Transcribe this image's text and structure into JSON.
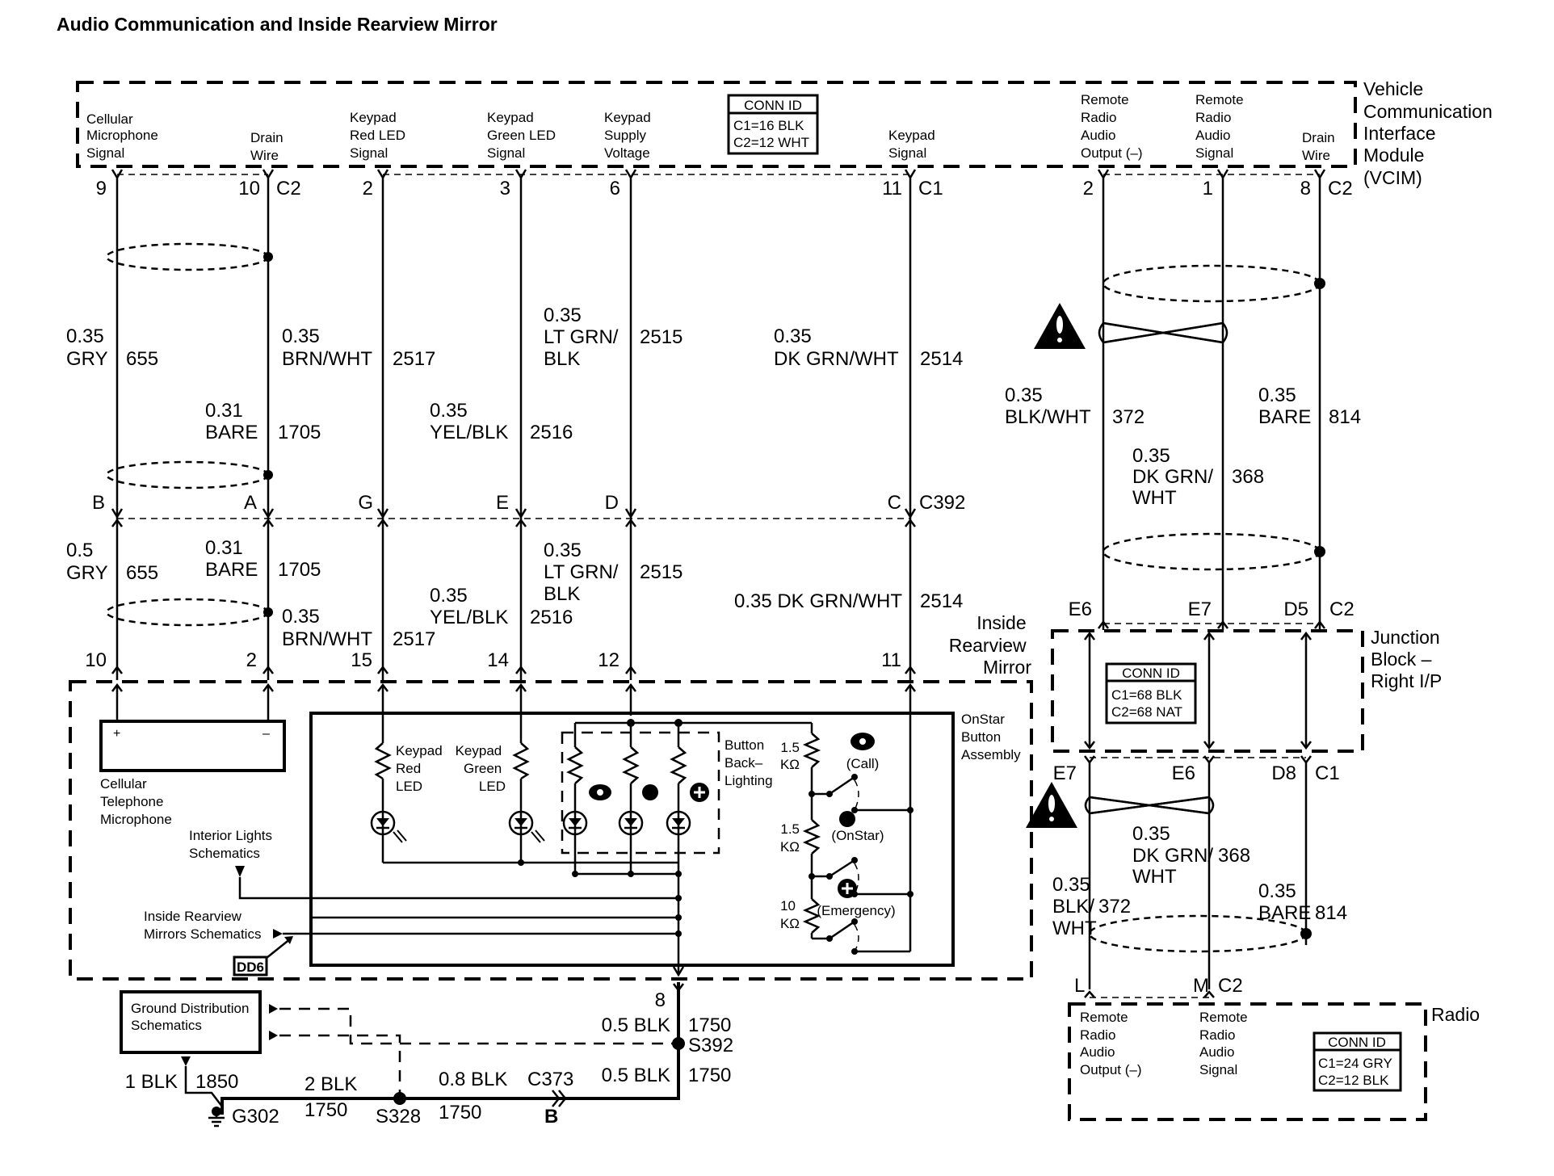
{
  "title": "Audio Communication and Inside Rearview Mirror",
  "vcim": {
    "name_lines": [
      "Vehicle",
      "Communication",
      "Interface",
      "Module",
      "(VCIM)"
    ],
    "conn_id": {
      "header": "CONN ID",
      "lines": [
        "C1=16 BLK",
        "C2=12 WHT"
      ]
    },
    "terminals": [
      {
        "label": [
          "Cellular",
          "Microphone",
          "Signal"
        ],
        "pin": "9",
        "connector": ""
      },
      {
        "label": [
          "Drain",
          "Wire"
        ],
        "pin": "10",
        "connector": "C2"
      },
      {
        "label": [
          "Keypad",
          "Red LED",
          "Signal"
        ],
        "pin": "2",
        "connector": ""
      },
      {
        "label": [
          "Keypad",
          "Green LED",
          "Signal"
        ],
        "pin": "3",
        "connector": ""
      },
      {
        "label": [
          "Keypad",
          "Supply",
          "Voltage"
        ],
        "pin": "6",
        "connector": ""
      },
      {
        "label": [
          "Keypad",
          "Signal"
        ],
        "pin": "11",
        "connector": "C1"
      },
      {
        "label": [
          "Remote",
          "Radio",
          "Audio",
          "Output (–)"
        ],
        "pin": "2",
        "connector": ""
      },
      {
        "label": [
          "Remote",
          "Radio",
          "Audio",
          "Signal"
        ],
        "pin": "1",
        "connector": ""
      },
      {
        "label": [
          "Drain",
          "Wire"
        ],
        "pin": "8",
        "connector": "C2"
      }
    ]
  },
  "upper_wires": [
    {
      "gauge": "0.35",
      "color": "GRY",
      "circuit": "655"
    },
    {
      "gauge": "0.31",
      "color": "BARE",
      "circuit": "1705"
    },
    {
      "gauge": "0.35",
      "color": "BRN/WHT",
      "circuit": "2517"
    },
    {
      "gauge": "0.35",
      "color": "YEL/BLK",
      "circuit": "2516"
    },
    {
      "gauge": "0.35",
      "color": "LT GRN/ BLK",
      "circuit": "2515"
    },
    {
      "gauge": "0.35",
      "color": "DK GRN/WHT",
      "circuit": "2514"
    }
  ],
  "c392": {
    "name": "C392",
    "pins": [
      "B",
      "A",
      "G",
      "E",
      "D",
      "C"
    ]
  },
  "lower_wires": [
    {
      "gauge": "0.5",
      "color": "GRY",
      "circuit": "655"
    },
    {
      "gauge": "0.31",
      "color": "BARE",
      "circuit": "1705"
    },
    {
      "gauge": "0.35",
      "color": "BRN/WHT",
      "circuit": "2517"
    },
    {
      "gauge": "0.35",
      "color": "YEL/BLK",
      "circuit": "2516"
    },
    {
      "gauge": "0.35",
      "color": "LT GRN/ BLK",
      "circuit": "2515"
    },
    {
      "gauge": "0.35 DK GRN/WHT",
      "color": "",
      "circuit": "2514"
    }
  ],
  "mirror": {
    "name_lines": [
      "Inside",
      "Rearview",
      "Mirror"
    ],
    "pins": [
      "10",
      "2",
      "15",
      "14",
      "12",
      "11"
    ],
    "microphone_label": [
      "Cellular",
      "Telephone",
      "Microphone"
    ],
    "mic_plus": "+",
    "mic_minus": "–",
    "keypad_red_led": [
      "Keypad",
      "Red",
      "LED"
    ],
    "keypad_green_led": [
      "Keypad",
      "Green",
      "LED"
    ],
    "backlighting": [
      "Button",
      "Back–",
      "Lighting"
    ],
    "onstar_assembly": [
      "OnStar",
      "Button",
      "Assembly"
    ],
    "resistors": [
      {
        "value": [
          "1.5",
          "KΩ"
        ],
        "button": "(Call)"
      },
      {
        "value": [
          "1.5",
          "KΩ"
        ],
        "button": "(OnStar)"
      },
      {
        "value": [
          "10",
          "KΩ"
        ],
        "button": "(Emergency)"
      }
    ],
    "interior_lights": [
      "Interior Lights",
      "Schematics"
    ],
    "mirror_schematics": [
      "Inside Rearview",
      "Mirrors Schematics"
    ],
    "option_code": "DD6",
    "ground_pin": "8"
  },
  "ground": {
    "distribution_label": [
      "Ground Distribution",
      "Schematics"
    ],
    "wires": [
      {
        "gauge": "0.5 BLK",
        "circuit": "1750"
      },
      {
        "gauge": "0.5 BLK",
        "circuit": "1750"
      },
      {
        "gauge": "0.8 BLK",
        "circuit": "1750"
      },
      {
        "gauge": "2 BLK",
        "circuit": "1750"
      },
      {
        "gauge": "1 BLK",
        "circuit": "1850"
      }
    ],
    "splice_s392": "S392",
    "splice_s328": "S328",
    "connector_c373": "C373",
    "c373_pin": "B",
    "ground_point": "G302"
  },
  "right_upper_wires": [
    {
      "gauge": "0.35",
      "color": "BLK/WHT",
      "circuit": "372"
    },
    {
      "gauge": "0.35",
      "color": "DK GRN/ WHT",
      "circuit": "368"
    },
    {
      "gauge": "0.35",
      "color": "BARE",
      "circuit": "814"
    }
  ],
  "junction_block": {
    "name_lines": [
      "Junction",
      "Block –",
      "Right I/P"
    ],
    "conn_id": {
      "header": "CONN ID",
      "lines": [
        "C1=68 BLK",
        "C2=68 NAT"
      ]
    },
    "top_pins": [
      "E6",
      "E7",
      "D5"
    ],
    "top_connector": "C2",
    "bottom_pins": [
      "E7",
      "E6",
      "D8"
    ],
    "bottom_connector": "C1"
  },
  "right_lower_wires": [
    {
      "gauge": "0.35",
      "color": "BLK/ WHT",
      "circuit": "372"
    },
    {
      "gauge": "0.35",
      "color": "DK GRN/ WHT",
      "circuit": "368"
    },
    {
      "gauge": "0.35",
      "color": "BARE",
      "circuit": "814"
    }
  ],
  "radio": {
    "name": "Radio",
    "pins": [
      "L",
      "M"
    ],
    "connector": "C2",
    "terminals": [
      [
        "Remote",
        "Radio",
        "Audio",
        "Output (–)"
      ],
      [
        "Remote",
        "Radio",
        "Audio",
        "Signal"
      ]
    ],
    "conn_id": {
      "header": "CONN ID",
      "lines": [
        "C1=24 GRY",
        "C2=12 BLK"
      ]
    }
  }
}
